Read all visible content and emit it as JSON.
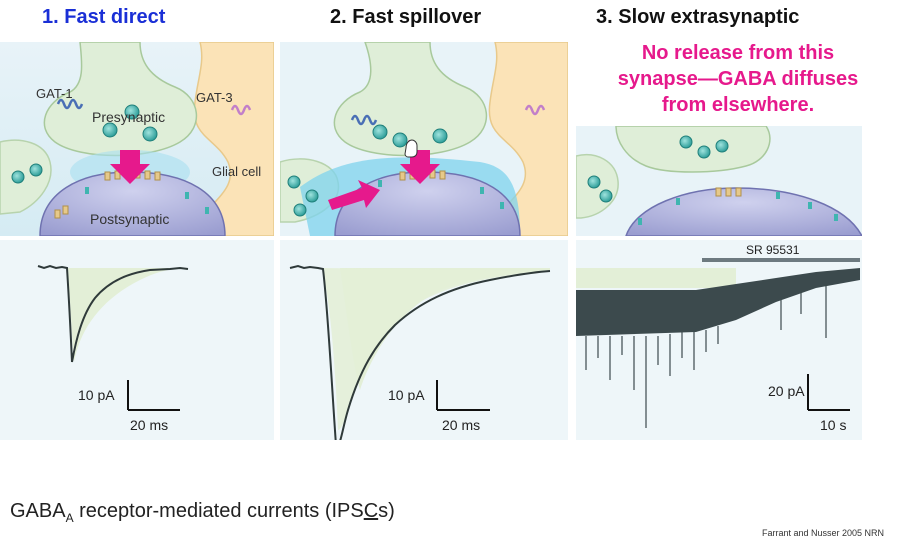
{
  "panels": [
    {
      "title": "1. Fast direct",
      "title_color": "#1a2fd6",
      "labels": {
        "gat1": "GAT-1",
        "presynaptic": "Presynaptic",
        "gat3": "GAT-3",
        "glial": "Glial cell",
        "postsynaptic": "Postsynaptic"
      },
      "scalebar": {
        "y": "10 pA",
        "x": "20 ms"
      }
    },
    {
      "title": "2. Fast spillover",
      "title_color": "#111111",
      "scalebar": {
        "y": "10 pA",
        "x": "20 ms"
      }
    },
    {
      "title": "3. Slow extrasynaptic",
      "title_color": "#111111",
      "note_lines": [
        "No release from this",
        "synapse—GABA diffuses",
        "from elsewhere."
      ],
      "drug": "SR 95531",
      "scalebar": {
        "y": "20 pA",
        "x": "10 s"
      }
    }
  ],
  "footer": {
    "prefix": "GABA",
    "subscript": "A",
    "mid": " receptor-mediated currents (IPS",
    "underlined": "C",
    "suffix": "s)"
  },
  "citation": "Farrant and Nusser 2005 NRN",
  "colors": {
    "accent_magenta": "#e6198c",
    "title_blue": "#1a2fd6",
    "presyn_fill": "#dfeed8",
    "postsyn_fill": "#b7b9de",
    "glial_fill": "#fbe3b7",
    "cleft_blue": "#7fd3ee",
    "vesicle": "#3fb5b0"
  }
}
